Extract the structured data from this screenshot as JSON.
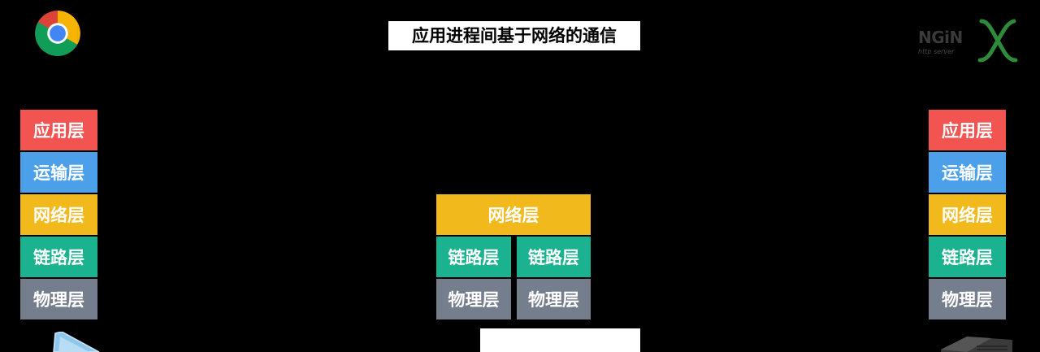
{
  "title": "应用进程间基于网络的通信",
  "left_host": {
    "icon": "chrome-icon",
    "layers": [
      {
        "label": "应用层",
        "color": "#f25451"
      },
      {
        "label": "运输层",
        "color": "#4ba0e9"
      },
      {
        "label": "网络层",
        "color": "#f2b91c"
      },
      {
        "label": "链路层",
        "color": "#1bb28f"
      },
      {
        "label": "物理层",
        "color": "#747e8c"
      }
    ]
  },
  "router": {
    "network_layer": {
      "label": "网络层",
      "color": "#f2b91c"
    },
    "interfaces": [
      {
        "link": "链路层",
        "physical": "物理层"
      },
      {
        "link": "链路层",
        "physical": "物理层"
      }
    ],
    "link_color": "#1bb28f",
    "physical_color": "#747e8c"
  },
  "right_host": {
    "icon": "nginx-logo",
    "logo_word": "NGiN",
    "logo_subtitle": "http server",
    "layers": [
      {
        "label": "应用层",
        "color": "#f25451"
      },
      {
        "label": "运输层",
        "color": "#4ba0e9"
      },
      {
        "label": "网络层",
        "color": "#f2b91c"
      },
      {
        "label": "链路层",
        "color": "#1bb28f"
      },
      {
        "label": "物理层",
        "color": "#747e8c"
      }
    ]
  }
}
